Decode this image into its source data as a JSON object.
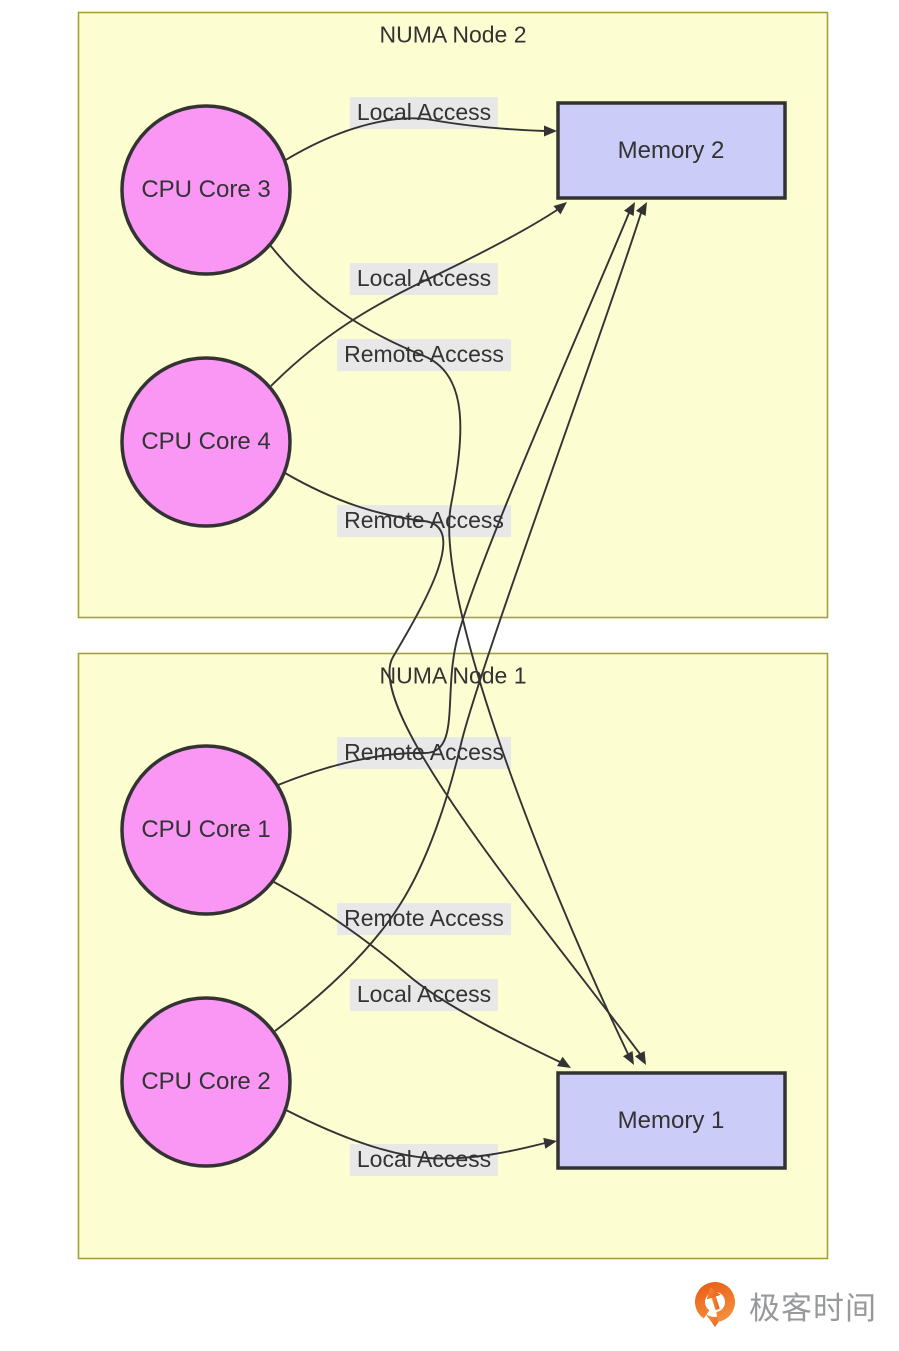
{
  "diagram_type": "numa-architecture-flowchart",
  "clusters": [
    {
      "title": "NUMA Node 2"
    },
    {
      "title": "NUMA Node 1"
    }
  ],
  "nodes": {
    "cpu_core_3": "CPU Core 3",
    "cpu_core_4": "CPU Core 4",
    "cpu_core_1": "CPU Core 1",
    "cpu_core_2": "CPU Core 2",
    "memory_2": "Memory 2",
    "memory_1": "Memory 1"
  },
  "edges": [
    {
      "from": "CPU Core 3",
      "to": "Memory 2",
      "label": "Local Access"
    },
    {
      "from": "CPU Core 4",
      "to": "Memory 2",
      "label": "Local Access"
    },
    {
      "from": "CPU Core 3",
      "to": "Memory 1",
      "label": "Remote Access"
    },
    {
      "from": "CPU Core 4",
      "to": "Memory 1",
      "label": "Remote Access"
    },
    {
      "from": "CPU Core 1",
      "to": "Memory 2",
      "label": "Remote Access"
    },
    {
      "from": "CPU Core 2",
      "to": "Memory 2",
      "label": "Remote Access"
    },
    {
      "from": "CPU Core 1",
      "to": "Memory 1",
      "label": "Local Access"
    },
    {
      "from": "CPU Core 2",
      "to": "Memory 1",
      "label": "Local Access"
    }
  ],
  "colors": {
    "cpu_node_fill": "#fa97f5",
    "memory_node_fill": "#ccccf9",
    "cluster_fill": "#fdfdd2",
    "cluster_border": "#a2a232",
    "node_border": "#333333",
    "edge_stroke": "#333333",
    "edge_label_bg": "#e8e8e8",
    "text": "#333333",
    "brand_orange": "#ee6c23",
    "brand_text_gray": "#97999b"
  },
  "footer": {
    "brand": "极客时间"
  }
}
